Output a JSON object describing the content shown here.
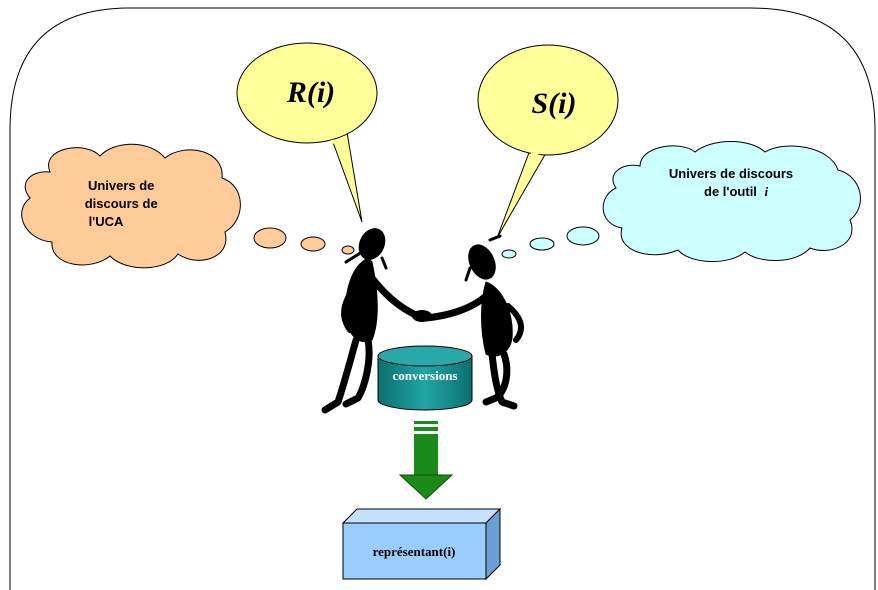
{
  "speech_left": "R(i)",
  "speech_right": "S(i)",
  "cloud_left": {
    "line1": "Univers de",
    "line2": "discours de",
    "line3": "l'UCA"
  },
  "cloud_right": {
    "line1": "Univers de discours",
    "line2": "de l'outil",
    "line2_italic": "i"
  },
  "cylinder_label": "conversions",
  "box_label": "représentant(i)",
  "colors": {
    "speech_fill": "#ffff99",
    "cloud_left_fill": "#ffcc99",
    "cloud_right_fill": "#ccffff",
    "cylinder_fill": "#169494",
    "arrow_fill": "#1a8a1a",
    "box_fill": "#99ccff"
  }
}
